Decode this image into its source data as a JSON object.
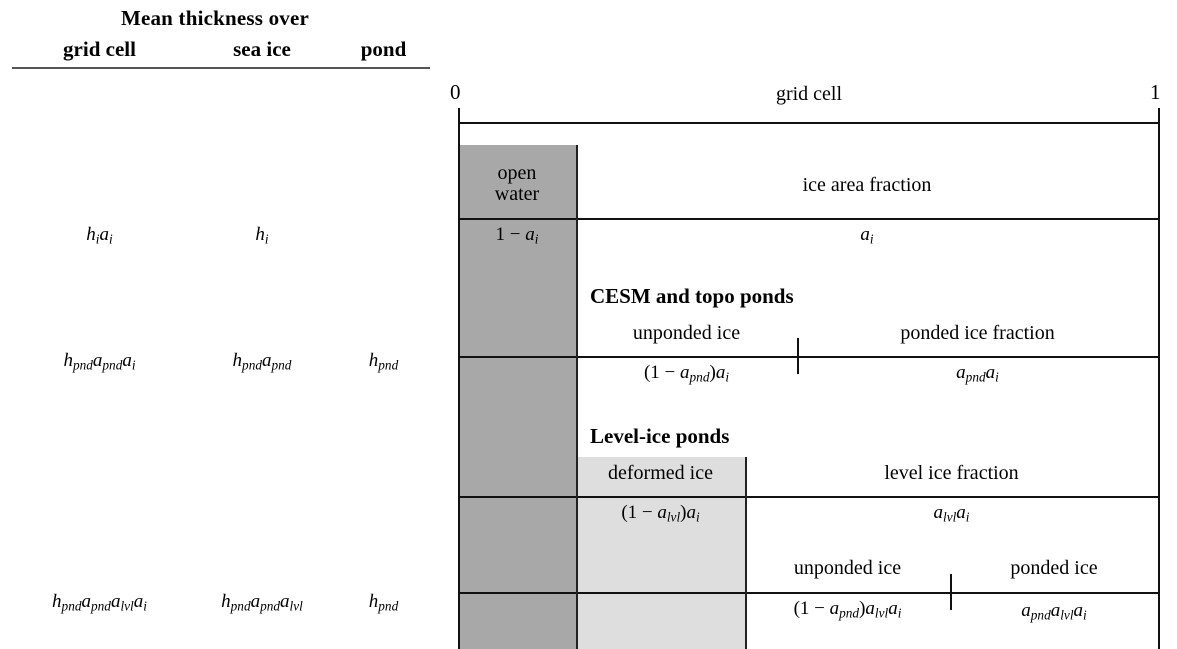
{
  "left_table": {
    "title": "Mean thickness over",
    "columns": [
      "grid cell",
      "sea ice",
      "pond"
    ],
    "rows": [
      {
        "grid_cell": "h_i a_i",
        "sea_ice": "h_i",
        "pond": ""
      },
      {
        "grid_cell": "h_pnd a_pnd a_i",
        "sea_ice": "h_pnd a_pnd",
        "pond": "h_pnd"
      },
      {
        "grid_cell": "h_pnd a_pnd a_lvl a_i",
        "sea_ice": "h_pnd a_pnd a_lvl",
        "pond": "h_pnd"
      }
    ]
  },
  "diagram": {
    "axis_start": "0",
    "axis_end": "1",
    "top_label": "grid cell",
    "sections": {
      "ice_area": {
        "open_water_label": "open\nwater",
        "open_water_value": "1 - a_i",
        "ice_area_label": "ice area fraction",
        "ice_area_value": "a_i"
      },
      "cesm": {
        "heading": "CESM and topo ponds",
        "unponded_label": "unponded ice",
        "unponded_value": "(1 - a_pnd) a_i",
        "ponded_label": "ponded ice fraction",
        "ponded_value": "a_pnd a_i"
      },
      "levelice": {
        "heading": "Level-ice ponds",
        "deformed_label": "deformed ice",
        "deformed_value": "(1 - a_lvl) a_i",
        "level_label": "level ice fraction",
        "level_value": "a_lvl a_i",
        "unponded_label": "unponded ice",
        "unponded_value": "(1 - a_pnd) a_lvl a_i",
        "ponded_label": "ponded ice",
        "ponded_value": "a_pnd a_lvl a_i"
      }
    }
  },
  "colors": {
    "open_water_fill": "#a8a8a8",
    "deformed_ice_fill": "#dedede",
    "line": "#111111",
    "rule": "#555555"
  }
}
